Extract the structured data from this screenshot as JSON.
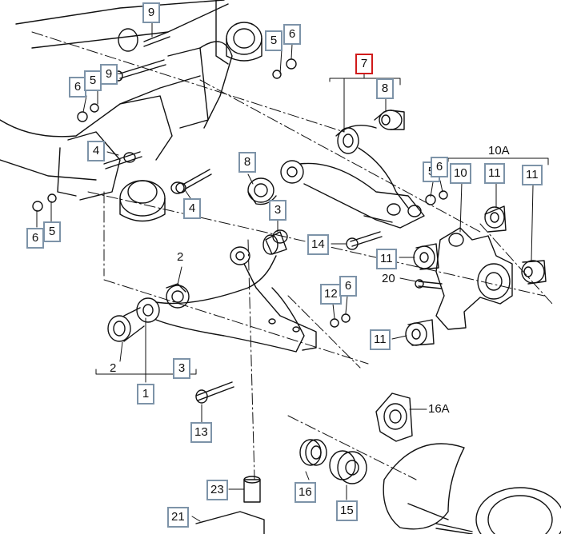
{
  "callouts": {
    "c9a": "9",
    "c9b": "9",
    "c5a": "5",
    "c6a": "6",
    "c6b": "6",
    "c5b": "5",
    "c4a": "4",
    "c4b": "4",
    "c6c": "6",
    "c5c": "5",
    "c7": "7",
    "c8a": "8",
    "c8b": "8",
    "c5d": "5",
    "c6d": "6",
    "c10": "10",
    "c11a": "11",
    "c11b": "11",
    "c14": "14",
    "c11c": "11",
    "c11d": "11",
    "c12": "12",
    "c6e": "6",
    "c1": "1",
    "c3": "3",
    "c13": "13",
    "c16": "16",
    "c15": "15",
    "c23": "23",
    "c21": "21"
  },
  "labels": {
    "l10A": "10A",
    "l3": "3",
    "l2a": "2",
    "l2b": "2",
    "l20": "20",
    "l16A": "16A"
  },
  "colors": {
    "line": "#111111",
    "callout_border": "#7d93a8",
    "highlight_border": "#d01a1a"
  }
}
